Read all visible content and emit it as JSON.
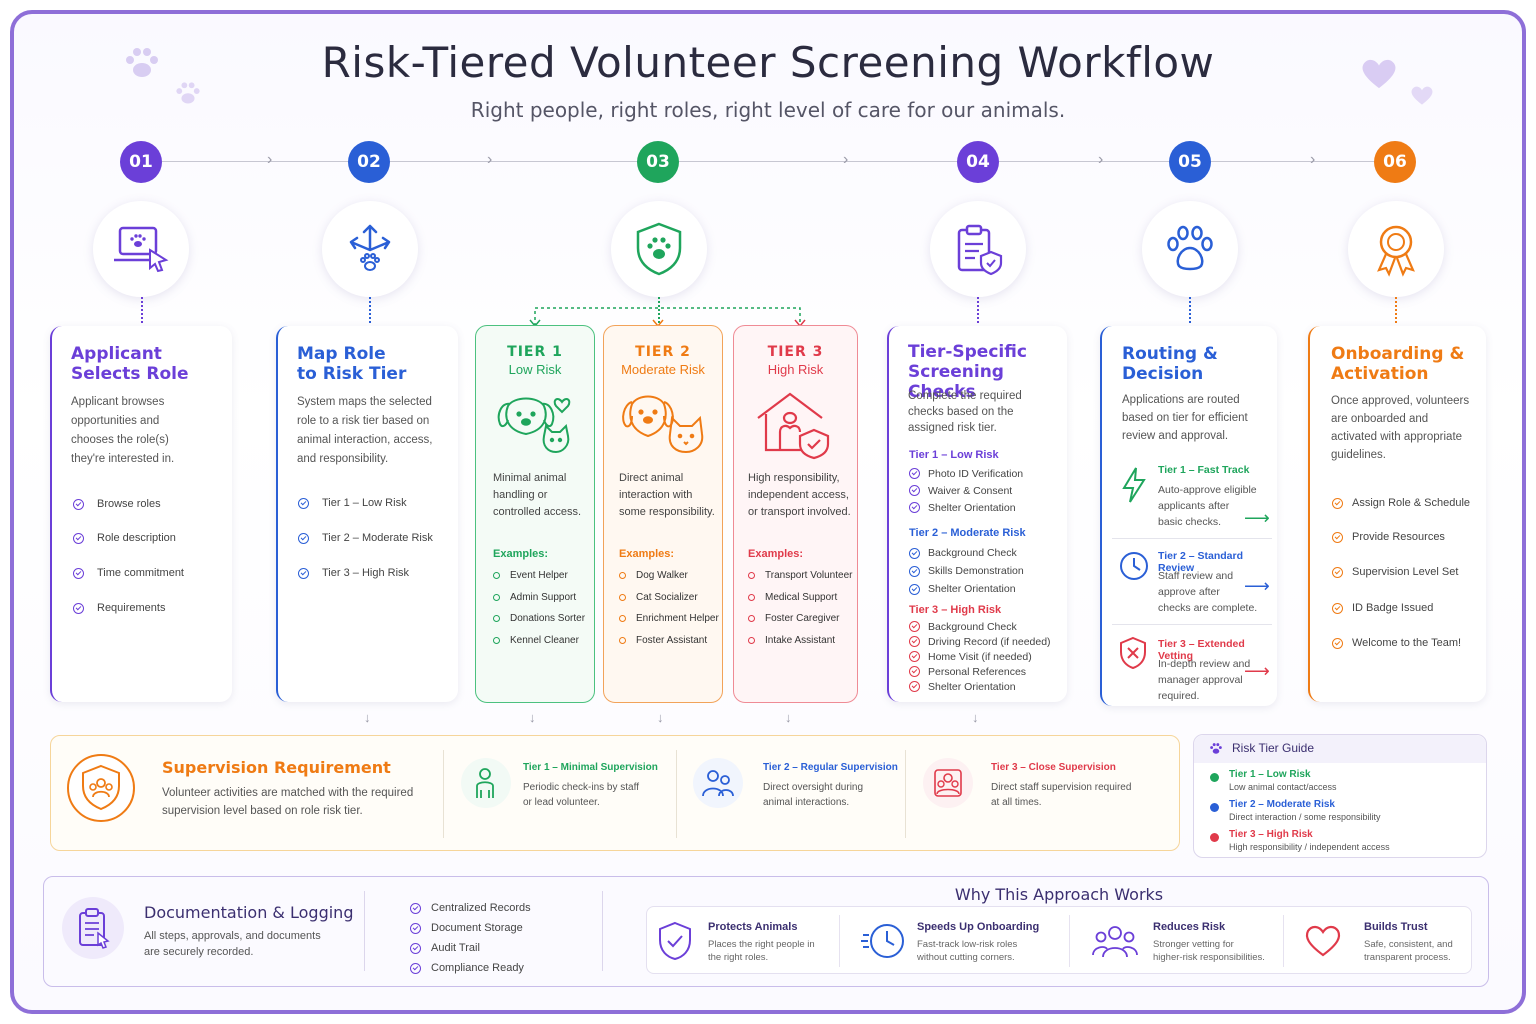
{
  "header": {
    "title": "Risk-Tiered Volunteer Screening Workflow",
    "subtitle": "Right people, right roles, right level of care for our animals."
  },
  "colors": {
    "purple": "#6b3fd8",
    "blue": "#2a5fd6",
    "green": "#1fa55c",
    "orange": "#ef7b14",
    "red": "#e03a4a",
    "frame": "#8e6fd8"
  },
  "steps": [
    {
      "num": "01",
      "icon": "laptop-paw-icon",
      "title1": "Applicant",
      "title2": "Selects Role",
      "desc": [
        "Applicant browses",
        "opportunities and",
        "chooses the role(s)",
        "they're interested in."
      ],
      "items": [
        "Browse roles",
        "Role description",
        "Time commitment",
        "Requirements"
      ]
    },
    {
      "num": "02",
      "icon": "arrows-paw-icon",
      "title1": "Map Role",
      "title2": "to Risk Tier",
      "desc": [
        "System maps the selected",
        "role to a risk tier based on",
        "animal interaction, access,",
        "and responsibility."
      ],
      "items": [
        "Tier 1 – Low Risk",
        "Tier 2 – Moderate Risk",
        "Tier 3 – High Risk"
      ]
    },
    {
      "num": "03",
      "icon": "shield-paw-icon"
    },
    {
      "num": "04",
      "icon": "clipboard-shield-icon",
      "title1": "Tier-Specific",
      "title2": "Screening Checks",
      "desc": [
        "Complete the required",
        "checks based on the",
        "assigned risk tier."
      ],
      "groups": [
        {
          "label": "Tier 1 – Low Risk",
          "items": [
            "Photo ID Verification",
            "Waiver & Consent",
            "Shelter Orientation"
          ]
        },
        {
          "label": "Tier 2 – Moderate Risk",
          "items": [
            "Background Check",
            "Skills Demonstration",
            "Shelter Orientation"
          ]
        },
        {
          "label": "Tier 3 – High Risk",
          "items": [
            "Background Check",
            "Driving Record (if needed)",
            "Home Visit (if needed)",
            "Personal References",
            "Shelter Orientation"
          ]
        }
      ]
    },
    {
      "num": "05",
      "icon": "paw-icon",
      "title1": "Routing &",
      "title2": "Decision",
      "desc": [
        "Applications are routed",
        "based on tier for efficient",
        "review and approval."
      ],
      "routes": [
        {
          "label": "Tier 1 – Fast Track",
          "lines": [
            "Auto-approve eligible",
            "applicants after",
            "basic checks."
          ]
        },
        {
          "label": "Tier 2 – Standard Review",
          "lines": [
            "Staff review and",
            "approve after",
            "checks are complete."
          ]
        },
        {
          "label": "Tier 3 – Extended Vetting",
          "lines": [
            "In-depth review and",
            "manager approval",
            "required."
          ]
        }
      ]
    },
    {
      "num": "06",
      "icon": "award-ribbon-icon",
      "title1": "Onboarding &",
      "title2": "Activation",
      "desc": [
        "Once approved, volunteers",
        "are onboarded and",
        "activated with appropriate",
        "guidelines."
      ],
      "items": [
        "Assign Role & Schedule",
        "Provide Resources",
        "Supervision Level Set",
        "ID Badge Issued",
        "Welcome to the Team!"
      ]
    }
  ],
  "tiers": [
    {
      "tier": "TIER 1",
      "risk": "Low Risk",
      "desc": [
        "Minimal animal",
        "handling or",
        "controlled access."
      ],
      "examples_label": "Examples:",
      "examples": [
        "Event Helper",
        "Admin Support",
        "Donations Sorter",
        "Kennel Cleaner"
      ]
    },
    {
      "tier": "TIER 2",
      "risk": "Moderate Risk",
      "desc": [
        "Direct animal",
        "interaction with",
        "some responsibility."
      ],
      "examples_label": "Examples:",
      "examples": [
        "Dog Walker",
        "Cat Socializer",
        "Enrichment Helper",
        "Foster Assistant"
      ]
    },
    {
      "tier": "TIER 3",
      "risk": "High Risk",
      "desc": [
        "High responsibility,",
        "independent access,",
        "or transport involved."
      ],
      "examples_label": "Examples:",
      "examples": [
        "Transport Volunteer",
        "Medical Support",
        "Foster Caregiver",
        "Intake Assistant"
      ]
    }
  ],
  "supervision": {
    "title": "Supervision Requirement",
    "desc": [
      "Volunteer activities are matched with the required",
      "supervision level based on role risk tier."
    ],
    "levels": [
      {
        "label": "Tier 1 – Minimal Supervision",
        "lines": [
          "Periodic check-ins by staff",
          "or lead volunteer."
        ]
      },
      {
        "label": "Tier 2 – Regular Supervision",
        "lines": [
          "Direct oversight during",
          "animal interactions."
        ]
      },
      {
        "label": "Tier 3 – Close Supervision",
        "lines": [
          "Direct staff supervision required",
          "at all times."
        ]
      }
    ]
  },
  "guide": {
    "title": "Risk Tier Guide",
    "items": [
      {
        "label": "Tier 1 – Low Risk",
        "sub": "Low animal contact/access"
      },
      {
        "label": "Tier 2 – Moderate Risk",
        "sub": "Direct interaction / some responsibility"
      },
      {
        "label": "Tier 3 – High Risk",
        "sub": "High responsibility / independent access"
      }
    ]
  },
  "documentation": {
    "title": "Documentation & Logging",
    "desc": [
      "All steps, approvals, and documents",
      "are securely recorded."
    ],
    "items": [
      "Centralized Records",
      "Document Storage",
      "Audit Trail",
      "Compliance Ready"
    ]
  },
  "why": {
    "title": "Why This Approach Works",
    "items": [
      {
        "label": "Protects Animals",
        "lines": [
          "Places the right people in",
          "the right roles."
        ]
      },
      {
        "label": "Speeds Up Onboarding",
        "lines": [
          "Fast-track low-risk roles",
          "without cutting corners."
        ]
      },
      {
        "label": "Reduces Risk",
        "lines": [
          "Stronger vetting for",
          "higher-risk responsibilities."
        ]
      },
      {
        "label": "Builds Trust",
        "lines": [
          "Safe, consistent, and",
          "transparent process."
        ]
      }
    ]
  }
}
